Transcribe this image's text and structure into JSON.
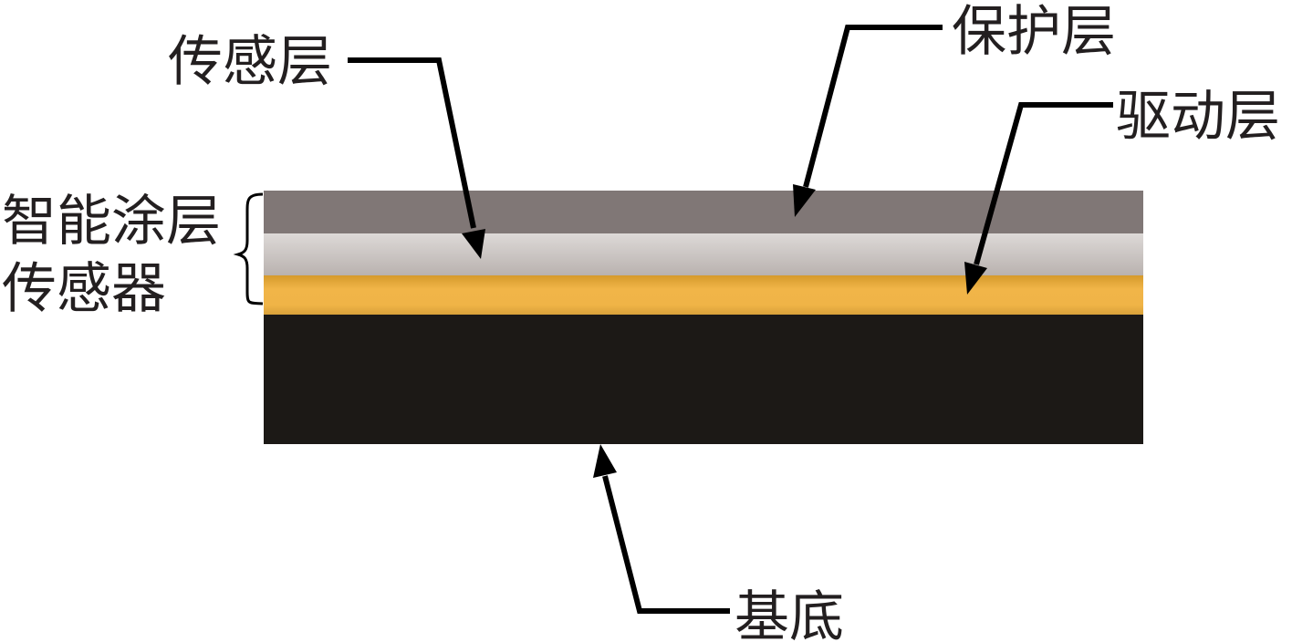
{
  "labels": {
    "sensing_layer": "传感层",
    "protective_layer": "保护层",
    "driving_layer": "驱动层",
    "smart_coating_sensor_line1": "智能涂层",
    "smart_coating_sensor_line2": "传感器",
    "substrate": "基底"
  },
  "colors": {
    "protective_layer": "#807776",
    "sensing_layer_top": "#ddd9d7",
    "sensing_layer_bottom": "#b9b2af",
    "driving_layer_top": "#d59a2c",
    "driving_layer_mid": "#f1b548",
    "substrate": "#1c1916",
    "text": "#231f20"
  }
}
